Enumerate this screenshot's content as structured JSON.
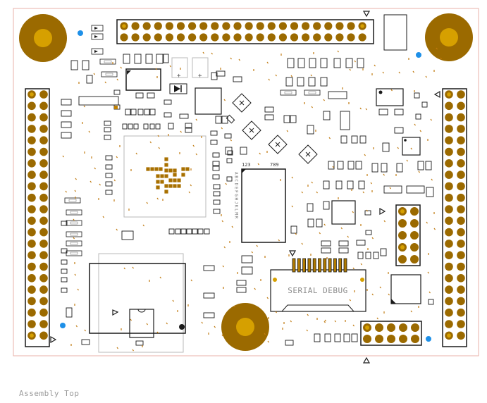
{
  "view_title": "Assembly Top",
  "serial_debug_label": "SERIAL DEBUG",
  "ic_pin_labels": {
    "left": "123",
    "right": "789"
  },
  "vertical_label": "ABCDEFGHJKLMR",
  "colors": {
    "pad": "#9b6a00",
    "pad_center": "#d6a000",
    "outline": "#1a1a1a",
    "board_edge": "#e8b2a8",
    "fiducial": "#1e90e8",
    "silk_light": "#b8b8b8",
    "caption": "#9a9a9a"
  },
  "icons": [
    "mounting-hole-icon",
    "fiducial-icon",
    "pin-one-triangle-icon",
    "diode-icon"
  ]
}
